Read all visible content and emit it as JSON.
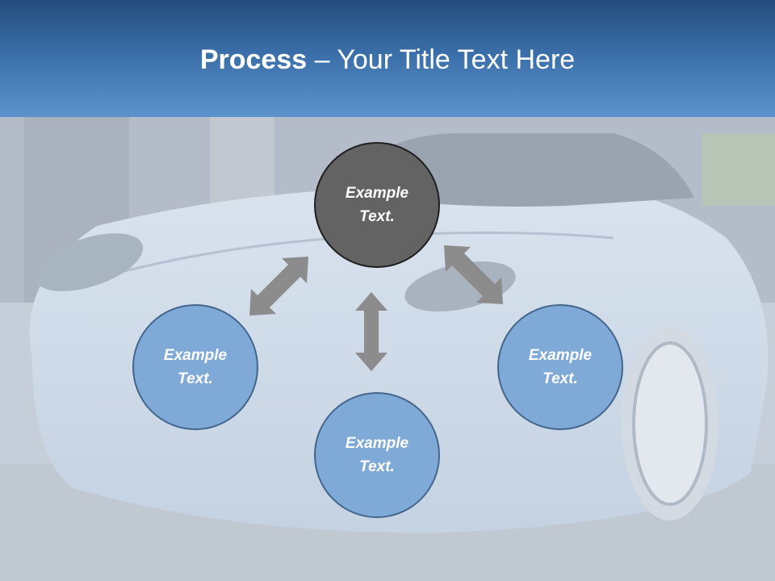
{
  "slide": {
    "title_bold": "Process",
    "title_rest": " – Your Title Text Here"
  },
  "nodes": {
    "top": {
      "line1": "Example",
      "line2": "Text."
    },
    "left": {
      "line1": "Example",
      "line2": "Text."
    },
    "right": {
      "line1": "Example",
      "line2": "Text."
    },
    "bottom": {
      "line1": "Example",
      "line2": "Text."
    }
  },
  "colors": {
    "header_dark": "#234c7c",
    "header_light": "#5d93cc",
    "node_blue": "#7fa9d6",
    "node_dark": "#636363",
    "arrow": "#8c8c8c"
  }
}
